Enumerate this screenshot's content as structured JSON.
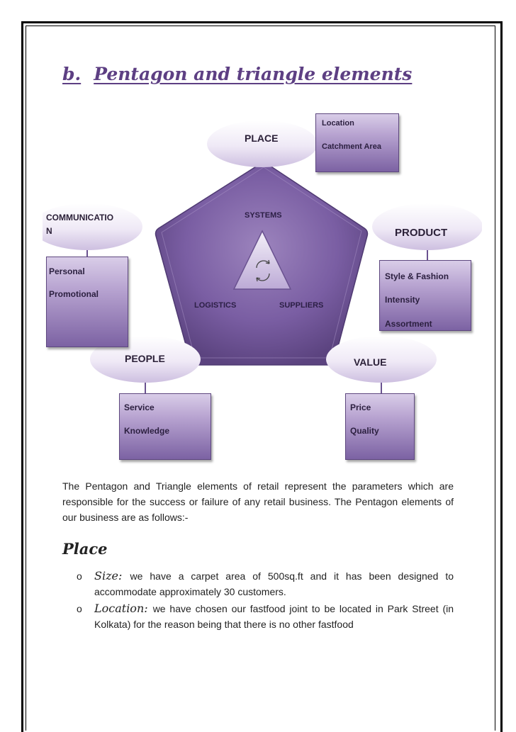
{
  "heading": {
    "number": "b.",
    "title": "Pentagon and triangle elements"
  },
  "diagram": {
    "place": {
      "label": "PLACE",
      "items": [
        "Location",
        "Catchment Area"
      ]
    },
    "communication": {
      "label_line1": "COMMUNICATIO",
      "label_line2": "N",
      "items": [
        "Personal",
        "Promotional"
      ]
    },
    "product": {
      "label": "PRODUCT",
      "items": [
        "Style & Fashion",
        "Intensity",
        "Assortment"
      ]
    },
    "people": {
      "label": "PEOPLE",
      "items": [
        "Service",
        "Knowledge"
      ]
    },
    "value": {
      "label": "VALUE",
      "items": [
        "Price",
        "Quality"
      ]
    },
    "triangle": {
      "top": "SYSTEMS",
      "left": "LOGISTICS",
      "right": "SUPPLIERS"
    },
    "colors": {
      "pentagon": "#6f5496",
      "box_dark": "#7c62a3",
      "box_light": "#d9cde8",
      "title": "#5d3f83"
    }
  },
  "paragraph": "The Pentagon and Triangle elements of retail represent the parameters which are responsible for the success or failure of any retail business. The Pentagon elements of our business are as follows:-",
  "subheading": "Place",
  "bullets": [
    {
      "mark": "o",
      "term": "Size:",
      "text": "we have a carpet area of 500sq.ft and it has been designed to accommodate approximately 30 customers."
    },
    {
      "mark": "o",
      "term": "Location:",
      "text": "we have chosen our fastfood joint to be located in Park Street (in Kolkata) for the reason being that there is no other fastfood"
    }
  ]
}
